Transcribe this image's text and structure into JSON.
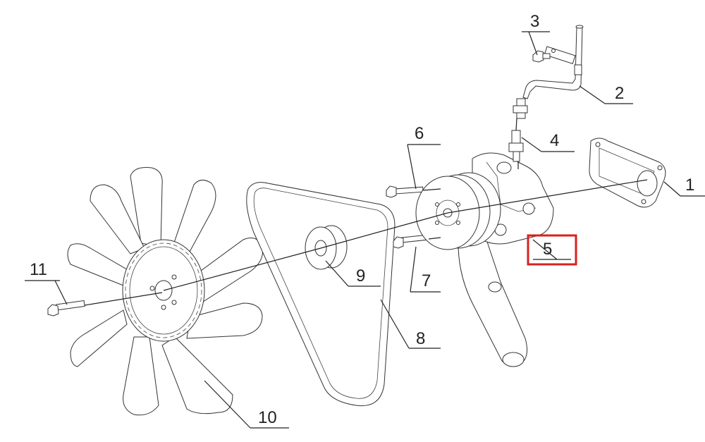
{
  "callouts": {
    "c1": "1",
    "c2": "2",
    "c3": "3",
    "c4": "4",
    "c5": "5",
    "c6": "6",
    "c7": "7",
    "c8": "8",
    "c9": "9",
    "c10": "10",
    "c11": "11"
  },
  "highlight": {
    "target": "5",
    "color": "#d9201c"
  }
}
